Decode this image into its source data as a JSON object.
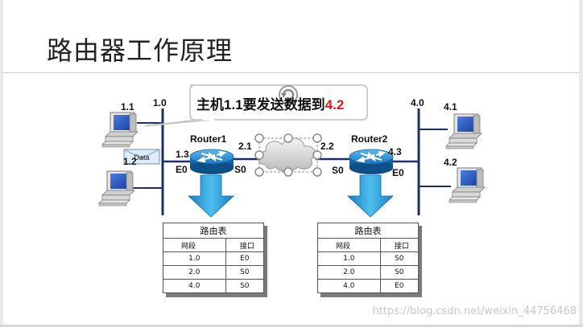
{
  "slide": {
    "title": "路由器工作原理",
    "callout": {
      "text_prefix": "主机1.1要发送数据到",
      "text_highlight": "4.2",
      "highlight_color": "#e8151b"
    },
    "watermark": "https://blog.csdn.net/weixin_44756468"
  },
  "network": {
    "left_net_label": "1.0",
    "right_net_label": "4.0",
    "hosts": [
      {
        "label": "1.1"
      },
      {
        "label": "1.2"
      },
      {
        "label": "4.1"
      },
      {
        "label": "4.2"
      }
    ],
    "packet_label": "Data",
    "router1": {
      "name": "Router1",
      "left_ip": "1.3",
      "right_ip": "2.1",
      "left_iface": "E0",
      "right_iface": "S0"
    },
    "router2": {
      "name": "Router2",
      "left_ip": "2.2",
      "right_ip": "4.3",
      "left_iface": "S0",
      "right_iface": "E0"
    },
    "colors": {
      "router_blue": "#1b7fc4",
      "line_navy": "#1e2e6a",
      "arrow_blue": "#2a9fd6"
    }
  },
  "routing_tables": [
    {
      "caption": "路由表",
      "headers": [
        "网段",
        "接口"
      ],
      "rows": [
        [
          "1.0",
          "E0"
        ],
        [
          "2.0",
          "S0"
        ],
        [
          "4.0",
          "S0"
        ]
      ]
    },
    {
      "caption": "路由表",
      "headers": [
        "网段",
        "接口"
      ],
      "rows": [
        [
          "1.0",
          "S0"
        ],
        [
          "2.0",
          "S0"
        ],
        [
          "4.0",
          "E0"
        ]
      ]
    }
  ]
}
